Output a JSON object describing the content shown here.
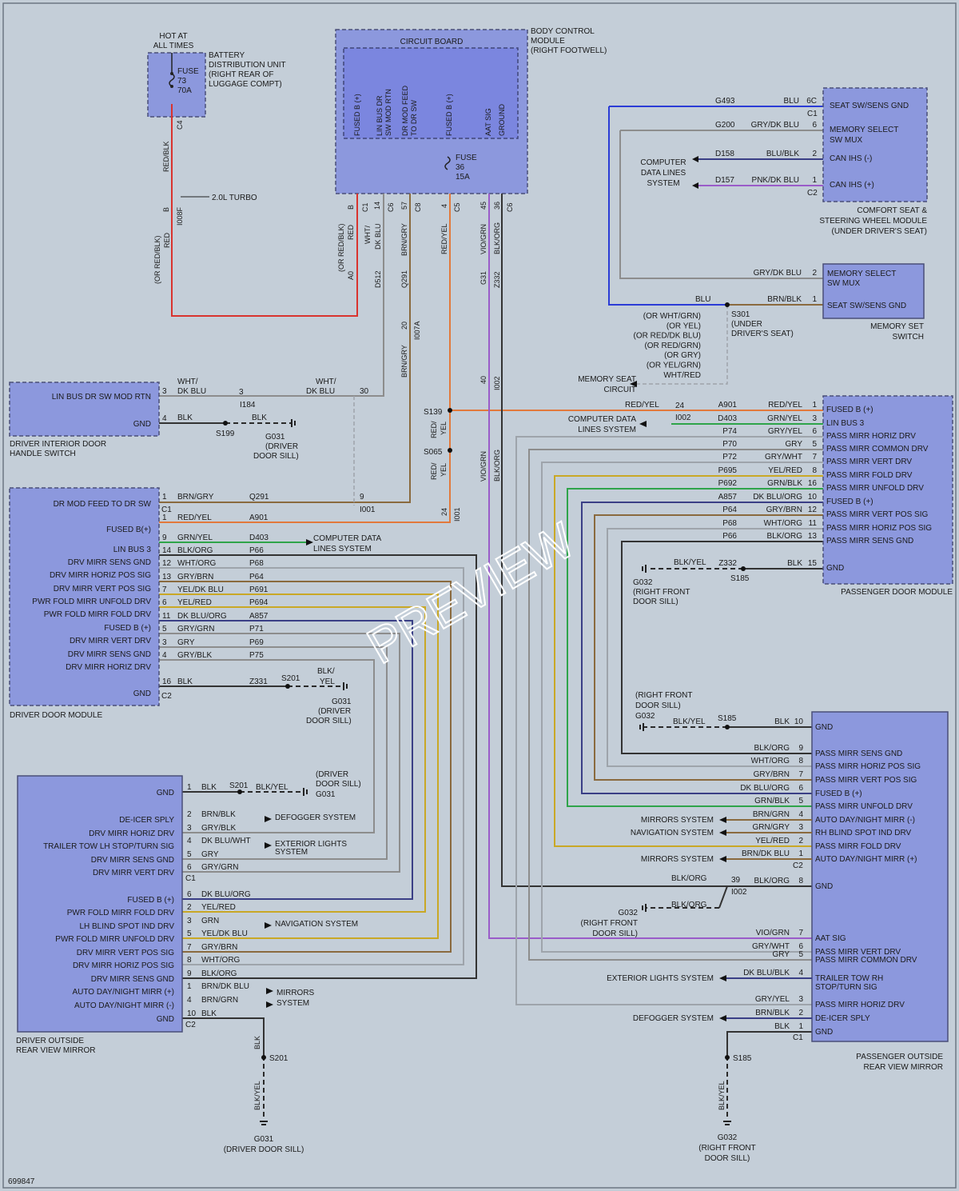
{
  "diagram_id": "699847",
  "watermark": "PREVIEW",
  "colors": {
    "red": "#d9332e",
    "yellow": "#c9a826",
    "orange": "#e2793c",
    "green": "#2fa44a",
    "gray": "#8d8d8d",
    "blue": "#2b3cd6",
    "violet": "#9a5cc9",
    "navy": "#3a3f86",
    "brown": "#8a6a3e",
    "black": "#333333",
    "light": "#9ea4ab"
  },
  "top": {
    "hot_at_all_times": [
      "HOT AT",
      "ALL TIMES"
    ],
    "fuse73": [
      "FUSE",
      "73",
      "70A"
    ],
    "bdu": [
      "BATTERY",
      "DISTRIBUTION UNIT",
      "(RIGHT REAR OF",
      "LUGGAGE COMPT)"
    ],
    "c4": "C4",
    "red_blk": "RED/BLK",
    "turbo": "2.0L TURBO",
    "b": "B",
    "i008f": "I008F",
    "or_red_blk_left": "(OR RED/BLK)",
    "red_left": "RED",
    "circuit_board": "CIRCUIT BOARD",
    "bcm": [
      "BODY CONTROL",
      "MODULE",
      "(RIGHT FOOTWELL)"
    ],
    "cb_pins": [
      [
        "FUSED B (+)"
      ],
      [
        "LIN BUS DR",
        "SW MOD RTN"
      ],
      [
        "DR MOD FEED",
        "TO DR SW"
      ],
      [
        "FUSED B (+)"
      ],
      [
        "AAT SIG"
      ],
      [
        "GROUND"
      ]
    ],
    "fuse36": [
      "FUSE",
      "36",
      "15A"
    ],
    "pins_top": [
      "B",
      "C1",
      "14",
      "C6",
      "57",
      "C8",
      "4",
      "C5",
      "45",
      "36",
      "C6"
    ],
    "wires_top": [
      "(OR RED/BLK)",
      "RED",
      "WHT/",
      "DK BLU",
      "BRN/GRY",
      "RED/YEL",
      "VIO/GRN",
      "BLK/ORG"
    ],
    "circ_top": [
      "A0",
      "D512",
      "Q291",
      "G31",
      "Z332"
    ],
    "mid_labels": [
      "20",
      "I007A",
      "BRN/GRY",
      "40",
      "I002"
    ]
  },
  "seat": {
    "rows": [
      {
        "circ": "G493",
        "wire": "BLU",
        "pin": "6C",
        "label": "SEAT SW/SENS GND"
      },
      {
        "circ": "G200",
        "wire": "GRY/DK BLU",
        "pin": "6",
        "label": "MEMORY SELECT"
      },
      {
        "circ": "D158",
        "wire": "BLU/BLK",
        "pin": "2",
        "label": "CAN IHS (-)"
      },
      {
        "circ": "D157",
        "wire": "PNK/DK BLU",
        "pin": "1",
        "label": "CAN IHS (+)"
      }
    ],
    "c1": "C1",
    "c2": "C2",
    "sw_mux": "SW MUX",
    "cdl": [
      "COMPUTER",
      "DATA LINES",
      "SYSTEM"
    ],
    "module": [
      "COMFORT SEAT &",
      "STEERING WHEEL MODULE",
      "(UNDER DRIVER'S SEAT)"
    ],
    "memset_rows": [
      {
        "wire": "GRY/DK BLU",
        "pin": "2",
        "label": "MEMORY SELECT"
      },
      {
        "wire": "BRN/BLK",
        "pin": "1",
        "label": "SEAT SW/SENS GND"
      }
    ],
    "memset": [
      "MEMORY SET",
      "SWITCH"
    ],
    "blu": "BLU",
    "s301": [
      "S301",
      "(UNDER",
      "DRIVER'S SEAT)"
    ],
    "alts": [
      "(OR WHT/GRN)",
      "(OR YEL)",
      "(OR RED/DK BLU)",
      "(OR RED/GRN)",
      "(OR GRY)",
      "(OR YEL/GRN)",
      "WHT/RED"
    ],
    "memseat": [
      "MEMORY SEAT",
      "CIRCUIT"
    ]
  },
  "dih": {
    "rows": [
      {
        "label": "LIN BUS DR SW MOD RTN",
        "pin": "3",
        "wire": "WHT/",
        "wire2": "DK BLU"
      },
      {
        "label": "GND",
        "pin": "4",
        "wire": "BLK",
        "wire2": ""
      }
    ],
    "title": [
      "DRIVER INTERIOR DOOR",
      "HANDLE SWITCH"
    ],
    "i184": [
      "3",
      "I184"
    ],
    "right": [
      "WHT/",
      "DK BLU",
      "30"
    ],
    "s199": "S199",
    "blk": "BLK",
    "g031": [
      "G031",
      "(DRIVER",
      "DOOR SILL)"
    ]
  },
  "ddm": {
    "c1_rows": [
      {
        "label": "DR MOD FEED TO DR SW",
        "pin": "1",
        "wire": "BRN/GRY",
        "circ": "Q291"
      }
    ],
    "c1": "C1",
    "nine": "9",
    "i001": "I001",
    "c2_rows": [
      {
        "label": "FUSED B(+)",
        "pin": "1",
        "wire": "RED/YEL",
        "circ": "A901"
      },
      {
        "label": "LIN BUS 3",
        "pin": "9",
        "wire": "GRN/YEL",
        "circ": "D403"
      },
      {
        "label": "DRV MIRR SENS GND",
        "pin": "14",
        "wire": "BLK/ORG",
        "circ": "P66"
      },
      {
        "label": "DRV MIRR HORIZ POS SIG",
        "pin": "12",
        "wire": "WHT/ORG",
        "circ": "P68"
      },
      {
        "label": "DRV MIRR VERT POS SIG",
        "pin": "13",
        "wire": "GRY/BRN",
        "circ": "P64"
      },
      {
        "label": "PWR FOLD MIRR UNFOLD DRV",
        "pin": "7",
        "wire": "YEL/DK BLU",
        "circ": "P691"
      },
      {
        "label": "PWR FOLD MIRR FOLD DRV",
        "pin": "6",
        "wire": "YEL/RED",
        "circ": "P694"
      },
      {
        "label": "FUSED B (+)",
        "pin": "11",
        "wire": "DK BLU/ORG",
        "circ": "A857"
      },
      {
        "label": "DRV MIRR VERT DRV",
        "pin": "5",
        "wire": "GRY/GRN",
        "circ": "P71"
      },
      {
        "label": "DRV MIRR SENS GND",
        "pin": "3",
        "wire": "GRY",
        "circ": "P69"
      },
      {
        "label": "DRV MIRR HORIZ DRV",
        "pin": "4",
        "wire": "GRY/BLK",
        "circ": "P75"
      },
      {
        "label": "GND",
        "pin": "16",
        "wire": "BLK",
        "circ": "Z331"
      }
    ],
    "cdl": [
      "COMPUTER DATA",
      "LINES SYSTEM"
    ],
    "c2": "C2",
    "title": "DRIVER DOOR MODULE",
    "s201": "S201",
    "blkyel": [
      "BLK/",
      "YEL"
    ],
    "g031": [
      "G031",
      "(DRIVER",
      "DOOR SILL)"
    ],
    "s139": "S139",
    "s065": "S065",
    "redyel": [
      "RED/",
      "YEL"
    ],
    "i001b": [
      "24",
      "I001"
    ],
    "vio": "VIO/GRN",
    "blkorg": "BLK/ORG"
  },
  "pdm": {
    "rows": [
      {
        "wire_l": "RED/YEL",
        "circ": "A901",
        "wire": "RED/YEL",
        "pin": "1",
        "label": "FUSED B (+)"
      },
      {
        "wire_l": "",
        "circ": "D403",
        "wire": "GRN/YEL",
        "pin": "3",
        "label": "LIN BUS 3"
      },
      {
        "wire_l": "",
        "circ": "P74",
        "wire": "GRY/YEL",
        "pin": "6",
        "label": "PASS MIRR HORIZ DRV"
      },
      {
        "wire_l": "",
        "circ": "P70",
        "wire": "GRY",
        "pin": "5",
        "label": "PASS MIRR COMMON DRV"
      },
      {
        "wire_l": "",
        "circ": "P72",
        "wire": "GRY/WHT",
        "pin": "7",
        "label": "PASS MIRR VERT DRV"
      },
      {
        "wire_l": "",
        "circ": "P695",
        "wire": "YEL/RED",
        "pin": "8",
        "label": "PASS MIRR FOLD DRV"
      },
      {
        "wire_l": "",
        "circ": "P692",
        "wire": "GRN/BLK",
        "pin": "16",
        "label": "PASS MIRR UNFOLD DRV"
      },
      {
        "wire_l": "",
        "circ": "A857",
        "wire": "DK BLU/ORG",
        "pin": "10",
        "label": "FUSED B (+)"
      },
      {
        "wire_l": "",
        "circ": "P64",
        "wire": "GRY/BRN",
        "pin": "12",
        "label": "PASS MIRR VERT POS SIG"
      },
      {
        "wire_l": "",
        "circ": "P68",
        "wire": "WHT/ORG",
        "pin": "11",
        "label": "PASS MIRR HORIZ POS SIG"
      },
      {
        "wire_l": "",
        "circ": "P66",
        "wire": "BLK/ORG",
        "pin": "13",
        "label": "PASS MIRR SENS GND"
      },
      {
        "wire_l": "",
        "circ": "Z332",
        "wire": "BLK",
        "pin": "15",
        "label": "GND"
      }
    ],
    "i002": [
      "24",
      "I002"
    ],
    "cdl": [
      "COMPUTER DATA",
      "LINES SYSTEM"
    ],
    "title": "PASSENGER DOOR MODULE",
    "blkyel": "BLK/YEL",
    "s185": "S185",
    "g032": [
      "G032",
      "(RIGHT FRONT",
      "DOOR SILL)"
    ]
  },
  "dom": {
    "c1_rows": [
      {
        "label": "GND",
        "pin": "1",
        "wire": "BLK",
        "dest": ""
      },
      {
        "label": "DE-ICER SPLY",
        "pin": "2",
        "wire": "BRN/BLK",
        "dest": "DEFOGGER SYSTEM"
      },
      {
        "label": "DRV MIRR HORIZ DRV",
        "pin": "3",
        "wire": "GRY/BLK",
        "dest": ""
      },
      {
        "label": "TRAILER TOW LH STOP/TURN SIG",
        "pin": "4",
        "wire": "DK BLU/WHT",
        "dest": "EXTERIOR LIGHTS"
      },
      {
        "label": "DRV MIRR SENS GND",
        "pin": "5",
        "wire": "GRY",
        "dest": ""
      },
      {
        "label": "DRV MIRR VERT DRV",
        "pin": "6",
        "wire": "GRY/GRN",
        "dest": ""
      }
    ],
    "c2_rows": [
      {
        "label": "FUSED B (+)",
        "pin": "6",
        "wire": "DK BLU/ORG",
        "dest": ""
      },
      {
        "label": "PWR FOLD MIRR FOLD DRV",
        "pin": "2",
        "wire": "YEL/RED",
        "dest": ""
      },
      {
        "label": "LH BLIND SPOT IND DRV",
        "pin": "3",
        "wire": "GRN",
        "dest": "NAVIGATION SYSTEM"
      },
      {
        "label": "PWR FOLD MIRR UNFOLD DRV",
        "pin": "5",
        "wire": "YEL/DK BLU",
        "dest": ""
      },
      {
        "label": "DRV MIRR VERT POS SIG",
        "pin": "7",
        "wire": "GRY/BRN",
        "dest": ""
      },
      {
        "label": "DRV MIRR HORIZ POS SIG",
        "pin": "8",
        "wire": "WHT/ORG",
        "dest": ""
      },
      {
        "label": "DRV MIRR SENS GND",
        "pin": "9",
        "wire": "BLK/ORG",
        "dest": ""
      },
      {
        "label": "AUTO DAY/NIGHT MIRR (+)",
        "pin": "1",
        "wire": "BRN/DK BLU",
        "dest": ""
      },
      {
        "label": "AUTO DAY/NIGHT MIRR (-)",
        "pin": "4",
        "wire": "BRN/GRN",
        "dest": ""
      },
      {
        "label": "GND",
        "pin": "10",
        "wire": "BLK",
        "dest": ""
      }
    ],
    "system": "SYSTEM",
    "mirrors": [
      "MIRRORS",
      "SYSTEM"
    ],
    "c1": "C1",
    "c2": "C2",
    "s201": "S201",
    "blkyel": "BLK/YEL",
    "g031": [
      "(DRIVER",
      "DOOR SILL)",
      "G031"
    ],
    "title": [
      "DRIVER OUTSIDE",
      "REAR VIEW MIRROR"
    ],
    "bottom": {
      "blk": "BLK",
      "s201": "S201",
      "blkyel": "BLK/YEL",
      "g031": [
        "G031",
        "(DRIVER DOOR SILL)"
      ]
    }
  },
  "pom": {
    "top": {
      "g032": [
        "(RIGHT FRONT",
        "DOOR SILL)",
        "G032"
      ],
      "blkyel": "BLK/YEL",
      "s185": "S185"
    },
    "c2_rows": [
      {
        "wire": "BLK",
        "pin": "10",
        "label": "GND",
        "dest": ""
      },
      {
        "wire": "BLK/ORG",
        "pin": "9",
        "label": "PASS MIRR SENS GND",
        "dest": ""
      },
      {
        "wire": "WHT/ORG",
        "pin": "8",
        "label": "PASS MIRR HORIZ POS SIG",
        "dest": ""
      },
      {
        "wire": "GRY/BRN",
        "pin": "7",
        "label": "PASS MIRR VERT POS SIG",
        "dest": ""
      },
      {
        "wire": "DK BLU/ORG",
        "pin": "6",
        "label": "FUSED B (+)",
        "dest": ""
      },
      {
        "wire": "GRN/BLK",
        "pin": "5",
        "label": "PASS MIRR UNFOLD DRV",
        "dest": ""
      },
      {
        "wire": "BRN/GRN",
        "pin": "4",
        "label": "AUTO DAY/NIGHT MIRR (-)",
        "dest": "MIRRORS SYSTEM"
      },
      {
        "wire": "GRN/GRY",
        "pin": "3",
        "label": "RH BLIND SPOT IND DRV",
        "dest": "NAVIGATION SYSTEM"
      },
      {
        "wire": "YEL/RED",
        "pin": "2",
        "label": "PASS MIRR FOLD DRV",
        "dest": ""
      },
      {
        "wire": "BRN/DK BLU",
        "pin": "1",
        "label": "AUTO DAY/NIGHT MIRR (+)",
        "dest": "MIRRORS SYSTEM"
      }
    ],
    "c1_rows": [
      {
        "wire": "BLK/ORG",
        "pin": "8",
        "label": "GND",
        "dest": ""
      },
      {
        "wire": "VIO/GRN",
        "pin": "7",
        "label": "AAT SIG",
        "dest": ""
      },
      {
        "wire": "GRY/WHT",
        "pin": "6",
        "label": "PASS MIRR VERT DRV",
        "dest": ""
      },
      {
        "wire": "GRY",
        "pin": "5",
        "label": "PASS MIRR COMMON DRV",
        "dest": ""
      },
      {
        "wire": "DK BLU/BLK",
        "pin": "4",
        "label": "TRAILER TOW RH",
        "dest": "EXTERIOR LIGHTS SYSTEM"
      },
      {
        "wire": "GRY/YEL",
        "pin": "3",
        "label": "PASS MIRR HORIZ DRV",
        "dest": ""
      },
      {
        "wire": "BRN/BLK",
        "pin": "2",
        "label": "DE-ICER SPLY",
        "dest": "DEFOGGER SYSTEM"
      },
      {
        "wire": "BLK",
        "pin": "1",
        "label": "GND",
        "dest": ""
      }
    ],
    "stopturn": "STOP/TURN SIG",
    "c1": "C1",
    "c2": "C2",
    "i002": [
      "39",
      "I002"
    ],
    "blkorg": "BLK/ORG",
    "g032": [
      "G032",
      "(RIGHT FRONT",
      "DOOR SILL)"
    ],
    "title": [
      "PASSENGER OUTSIDE",
      "REAR VIEW MIRROR"
    ],
    "bottom": {
      "s185": "S185",
      "blkyel": "BLK/YEL",
      "g032": [
        "G032",
        "(RIGHT FRONT",
        "DOOR SILL)"
      ]
    }
  }
}
